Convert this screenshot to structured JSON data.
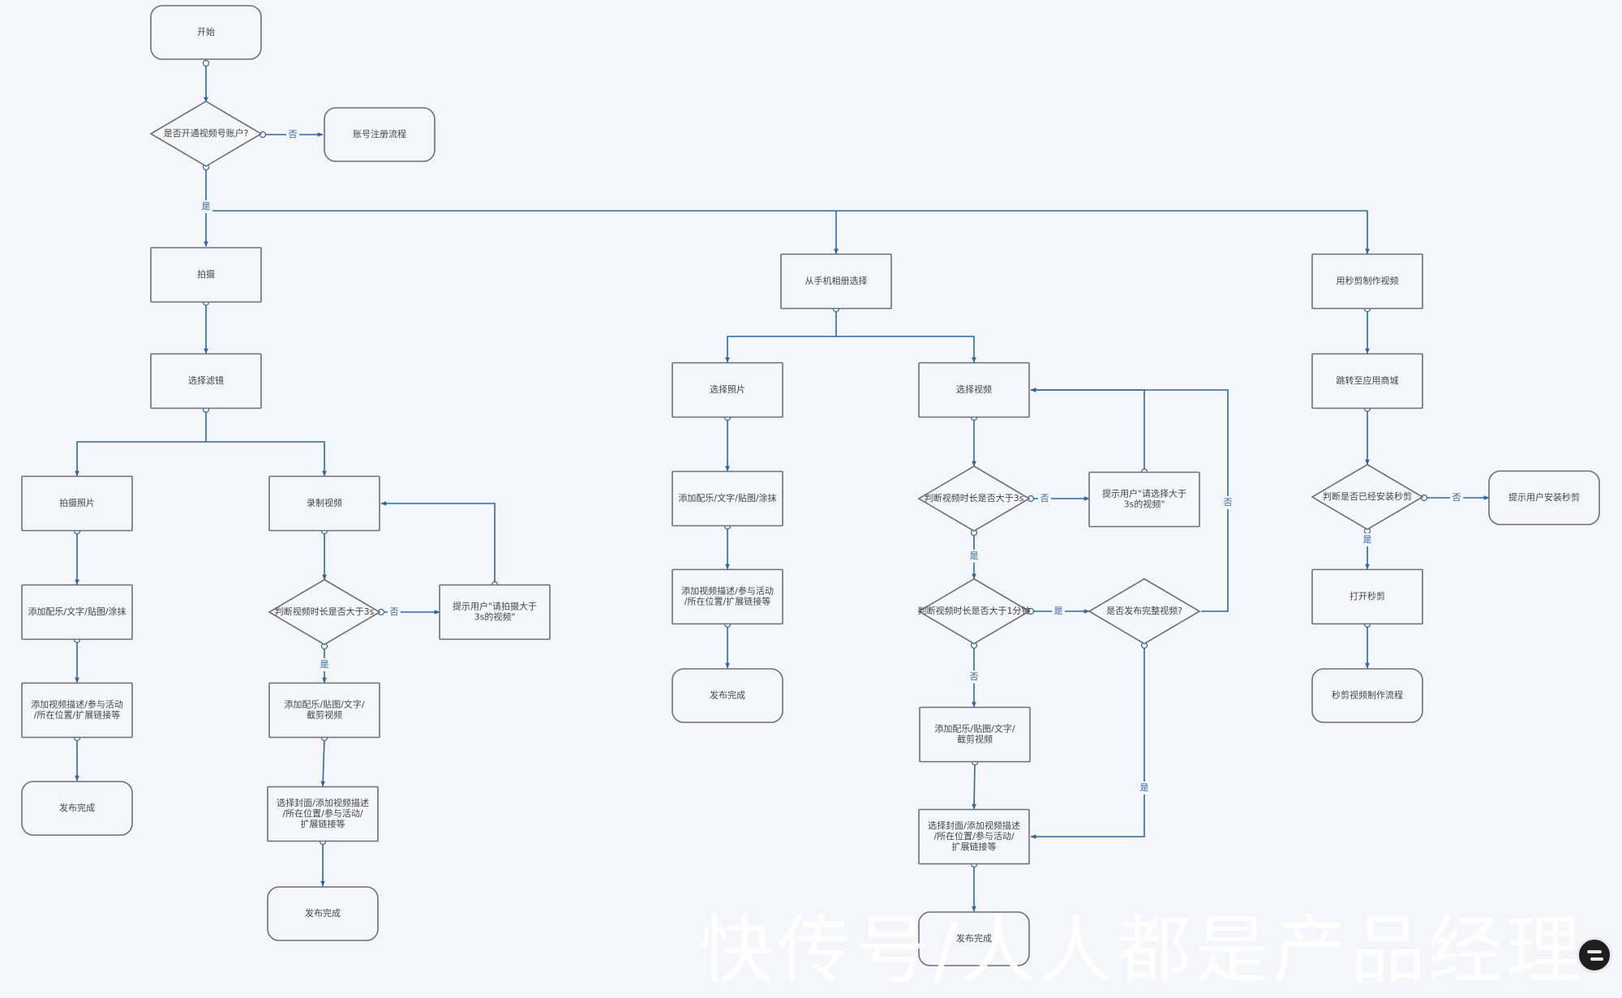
{
  "diagram": {
    "colors": {
      "line": "#2a69a6",
      "node_border": "#6f6f6f",
      "node_fill": "#f4f6f9",
      "text": "#444444"
    },
    "nodes": {
      "start": "开始",
      "has_account": "是否开通视频号账户?",
      "register": "账号注册流程",
      "shoot": "拍摄",
      "filter": "选择滤镜",
      "take_photo": "拍摄照片",
      "record_video": "录制视频",
      "photo_add_music": "添加配乐/文字/贴图/涂抹",
      "photo_add_desc": "添加视频描述/参与活动/所在位置/扩展链接等",
      "photo_done": "发布完成",
      "rec_judge_3s": "判断视频时长是否大于3s",
      "rec_prompt": "提示用户\"请拍摄大于3s的视频\"",
      "rec_add_music": "添加配乐/贴图/文字/截剪视频",
      "rec_select_cover": "选择封面/添加视频描述/所在位置/参与活动/扩展链接等",
      "rec_done": "发布完成",
      "album": "从手机相册选择",
      "album_select_photo": "选择照片",
      "album_select_video": "选择视频",
      "ap_add_music": "添加配乐/文字/贴图/涂抹",
      "ap_add_desc": "添加视频描述/参与活动/所在位置/扩展链接等",
      "ap_done": "发布完成",
      "av_judge_3s": "判断视频时长是否大于3s",
      "av_prompt": "提示用户\"请选择大于3s的视频\"",
      "av_judge_1min": "判断视频时长是否大于1分钟",
      "av_full_publish": "是否发布完整视频?",
      "av_add_music": "添加配乐/贴图/文字/截剪视频",
      "av_select_cover": "选择封面/添加视频描述/所在位置/参与活动/扩展链接等",
      "av_done": "发布完成",
      "miaojian": "用秒剪制作视频",
      "jump_store": "跳转至应用商城",
      "installed": "判断是否已经安装秒剪",
      "prompt_install": "提示用户安装秒剪",
      "open_miaojian": "打开秒剪",
      "mj_flow": "秒剪视频制作流程"
    },
    "edge_labels": {
      "yes": "是",
      "no": "否"
    }
  },
  "watermark": "快传号/人人都是产品经理"
}
